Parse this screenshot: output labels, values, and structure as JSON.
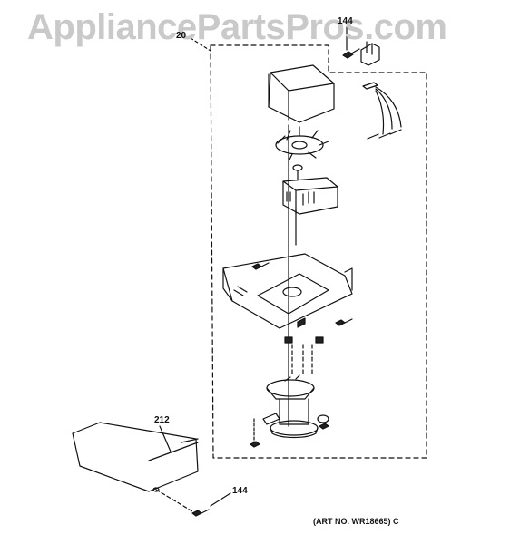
{
  "watermark": "AppliancePartsPros.com",
  "callouts": {
    "top_screw": "144",
    "assembly": "20",
    "cover": "212",
    "bottom_screw": "144"
  },
  "art_number": "(ART NO. WR18665) C"
}
